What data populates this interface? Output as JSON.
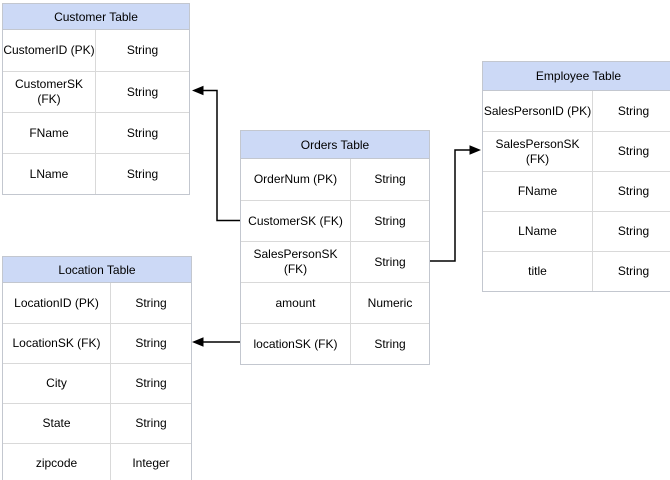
{
  "colors": {
    "header_fill": "#ccd9f6",
    "border": "#c3c7cf",
    "grid": "#d9d9d9",
    "connector": "#000000"
  },
  "tables": {
    "customer": {
      "title": "Customer Table",
      "rows": [
        {
          "field": "CustomerID (PK)",
          "type": "String"
        },
        {
          "field": "CustomerSK (FK)",
          "type": "String"
        },
        {
          "field": "FName",
          "type": "String"
        },
        {
          "field": "LName",
          "type": "String"
        }
      ]
    },
    "orders": {
      "title": "Orders Table",
      "rows": [
        {
          "field": "OrderNum (PK)",
          "type": "String"
        },
        {
          "field": "CustomerSK (FK)",
          "type": "String"
        },
        {
          "field": "SalesPersonSK (FK)",
          "type": "String"
        },
        {
          "field": "amount",
          "type": "Numeric"
        },
        {
          "field": "locationSK (FK)",
          "type": "String"
        }
      ]
    },
    "employee": {
      "title": "Employee Table",
      "rows": [
        {
          "field": "SalesPersonID (PK)",
          "type": "String"
        },
        {
          "field": "SalesPersonSK (FK)",
          "type": "String"
        },
        {
          "field": "FName",
          "type": "String"
        },
        {
          "field": "LName",
          "type": "String"
        },
        {
          "field": "title",
          "type": "String"
        }
      ]
    },
    "location": {
      "title": "Location Table",
      "rows": [
        {
          "field": "LocationID (PK)",
          "type": "String"
        },
        {
          "field": "LocationSK (FK)",
          "type": "String"
        },
        {
          "field": "City",
          "type": "String"
        },
        {
          "field": "State",
          "type": "String"
        },
        {
          "field": "zipcode",
          "type": "Integer"
        }
      ]
    }
  },
  "relationships": [
    {
      "from": "Orders Table.CustomerSK (FK)",
      "to": "Customer Table.CustomerSK (FK)"
    },
    {
      "from": "Orders Table.SalesPersonSK (FK)",
      "to": "Employee Table.SalesPersonSK (FK)"
    },
    {
      "from": "Orders Table.locationSK (FK)",
      "to": "Location Table.LocationSK (FK)"
    }
  ]
}
